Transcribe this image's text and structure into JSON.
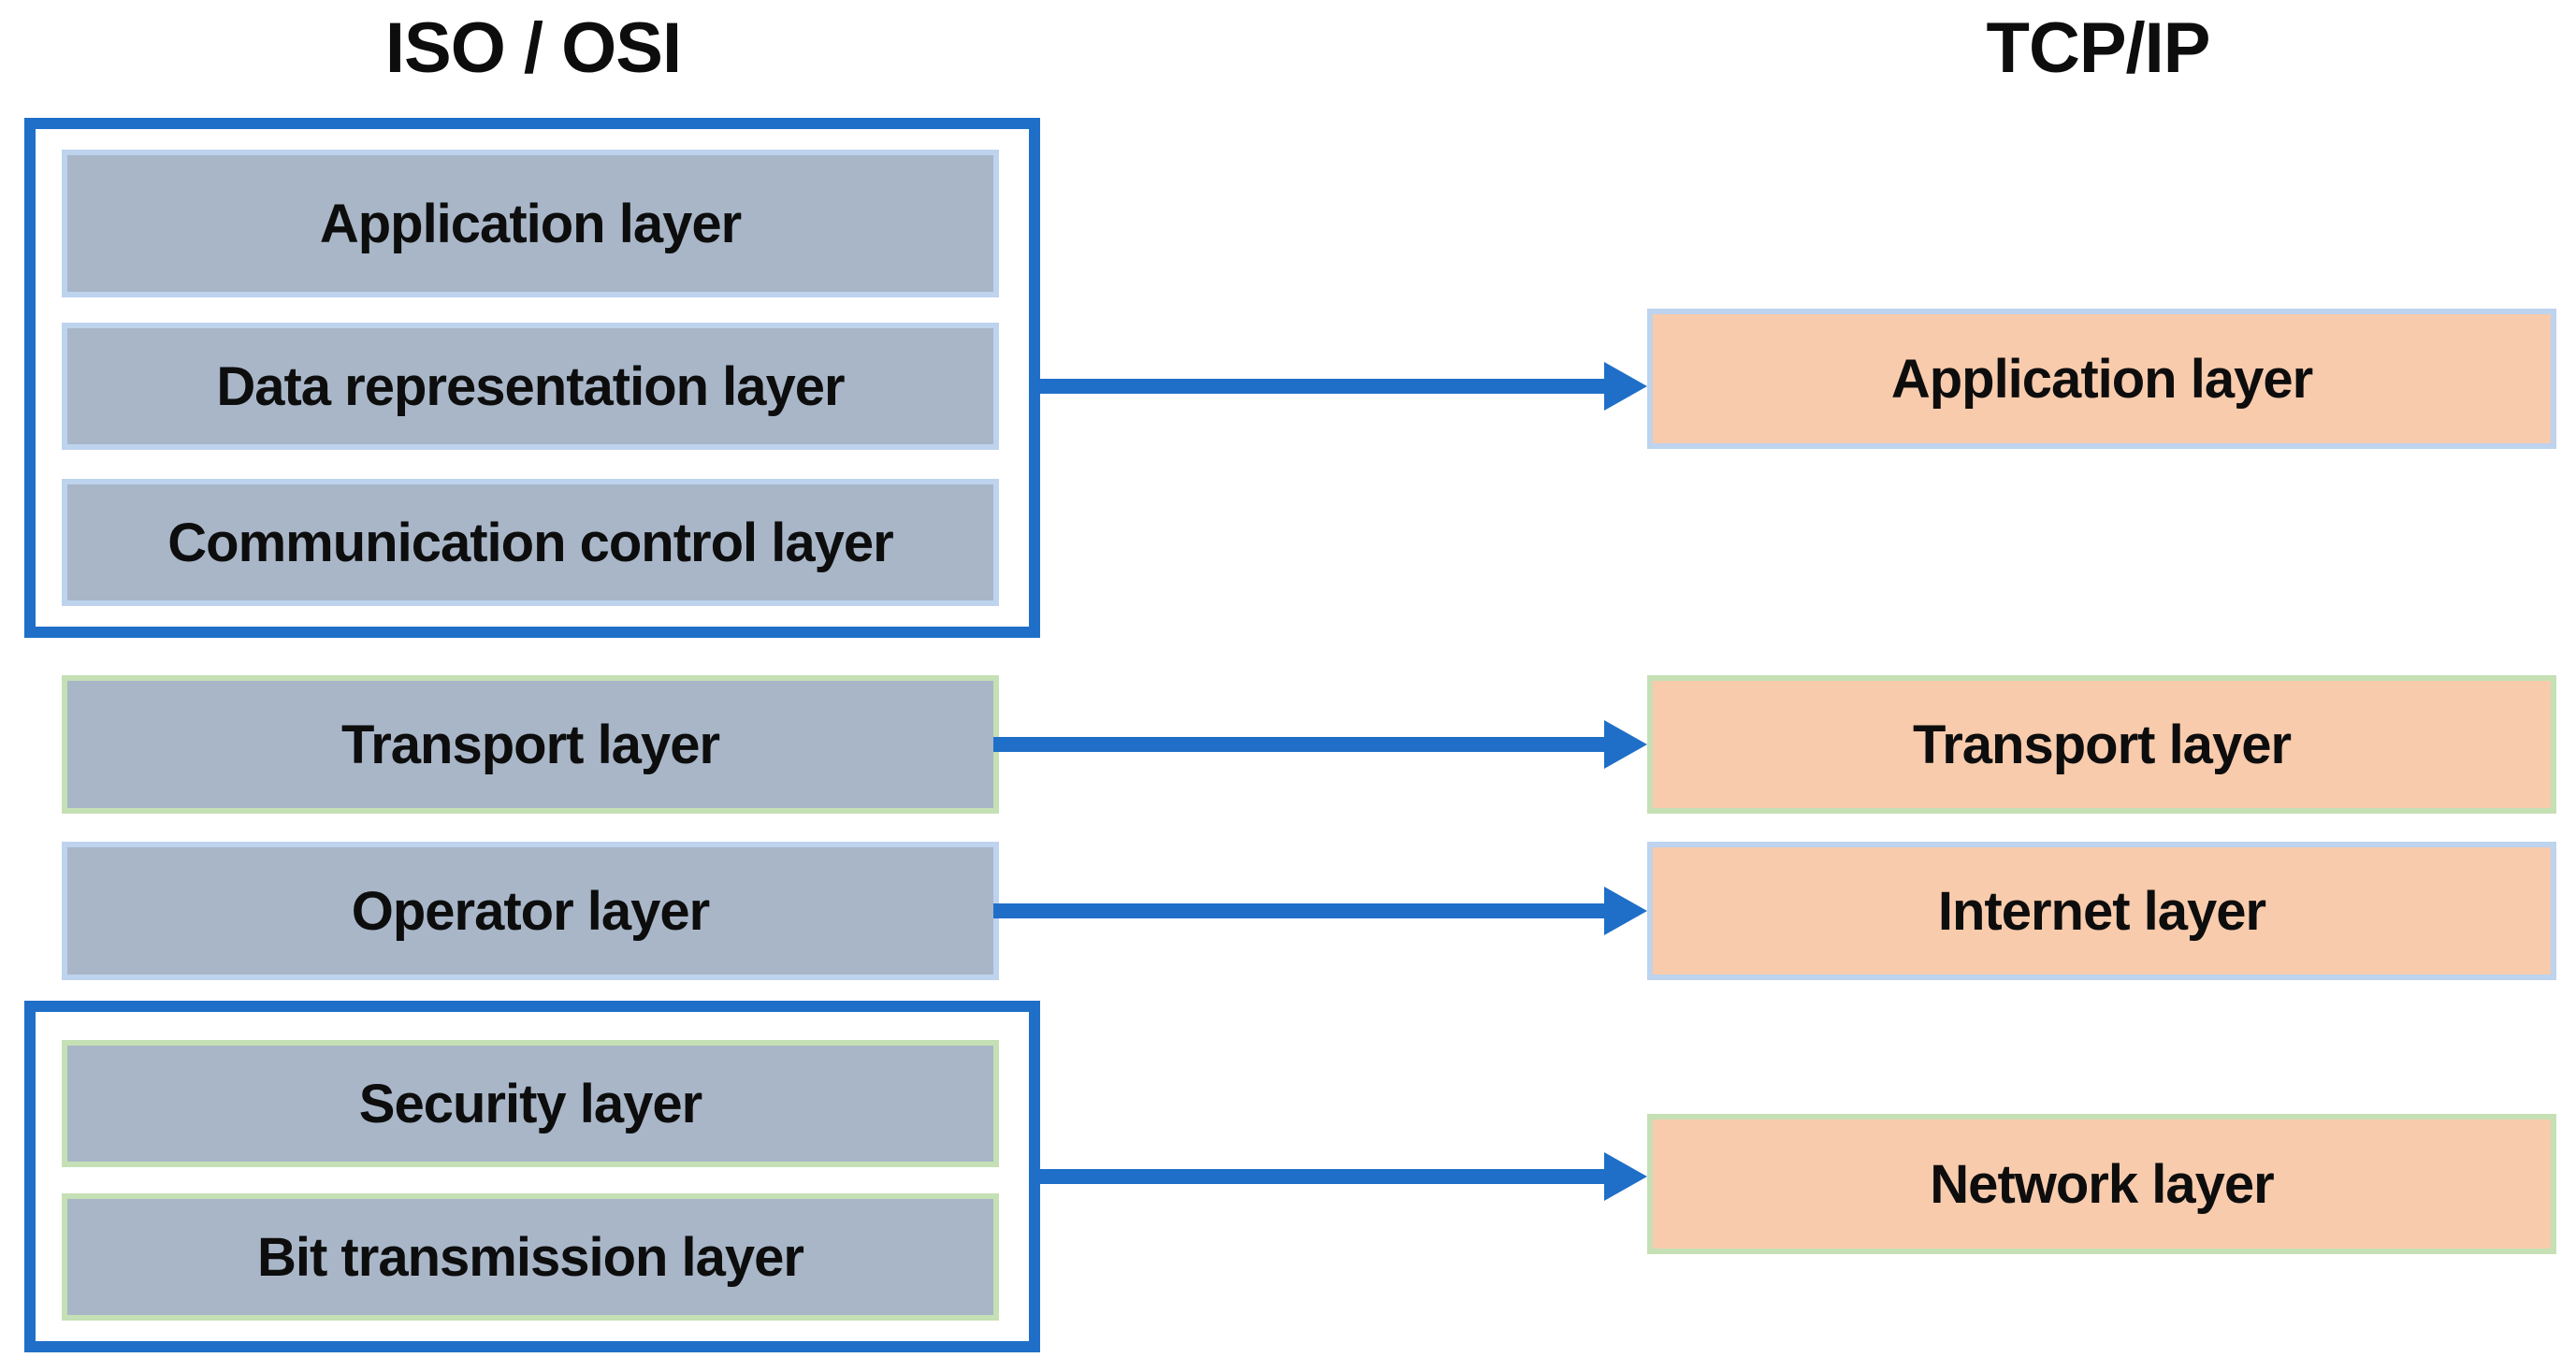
{
  "osi": {
    "title": "ISO / OSI",
    "upper_group": [
      "Application layer",
      "Data representation layer",
      "Communication control layer"
    ],
    "middle": [
      "Transport layer",
      "Operator layer"
    ],
    "lower_group": [
      "Security layer",
      "Bit transmission layer"
    ]
  },
  "tcpip": {
    "title": "TCP/IP",
    "layers": [
      "Application layer",
      "Transport layer",
      "Internet layer",
      "Network layer"
    ]
  },
  "arrows": [
    {
      "from": "ISO/OSI upper group (Application / Data representation / Communication control)",
      "to": "Application layer"
    },
    {
      "from": "Transport layer",
      "to": "Transport layer"
    },
    {
      "from": "Operator layer",
      "to": "Internet layer"
    },
    {
      "from": "ISO/OSI lower group (Security / Bit transmission)",
      "to": "Network layer"
    }
  ],
  "colors": {
    "background": "#ffffff",
    "gray_box_fill": "#a8b6c8",
    "orange_box_fill": "#f8cbad",
    "light_blue_border": "#bdd3ee",
    "light_green_border": "#c5e0b4",
    "group_border_blue": "#1f6fc8",
    "arrow_blue": "#1f6fc8",
    "text": "#0d0d0d"
  }
}
